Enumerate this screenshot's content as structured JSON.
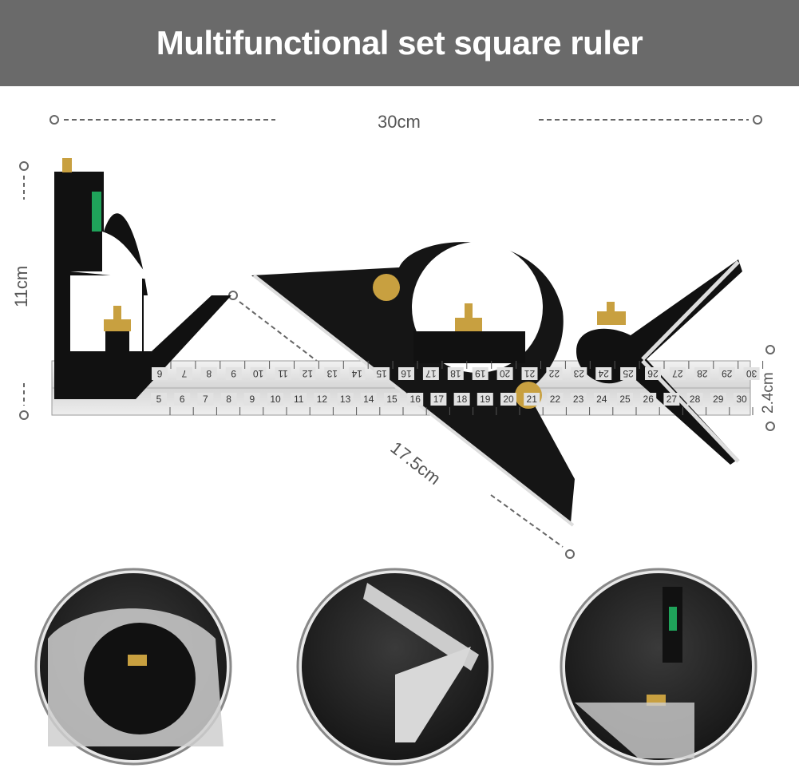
{
  "header": {
    "title": "Multifunctional set square ruler"
  },
  "dimensions": {
    "length": "30cm",
    "height": "11cm",
    "width": "2.4cm",
    "diagonal": "17.5cm"
  },
  "ruler": {
    "top_scale": [
      "6",
      "7",
      "8",
      "9",
      "10",
      "11",
      "12",
      "13",
      "14",
      "15",
      "16",
      "17",
      "18",
      "19",
      "20",
      "21",
      "22",
      "23",
      "24",
      "25",
      "26",
      "27",
      "28",
      "29",
      "30"
    ],
    "bottom_scale": [
      "5",
      "6",
      "7",
      "8",
      "9",
      "10",
      "11",
      "12",
      "13",
      "14",
      "15",
      "16",
      "17",
      "18",
      "19",
      "20",
      "21",
      "22",
      "23",
      "24",
      "25",
      "26",
      "27",
      "28",
      "29",
      "30"
    ]
  },
  "details": [
    {
      "label": "protractor-head-detail"
    },
    {
      "label": "center-head-detail"
    },
    {
      "label": "square-head-detail"
    }
  ]
}
